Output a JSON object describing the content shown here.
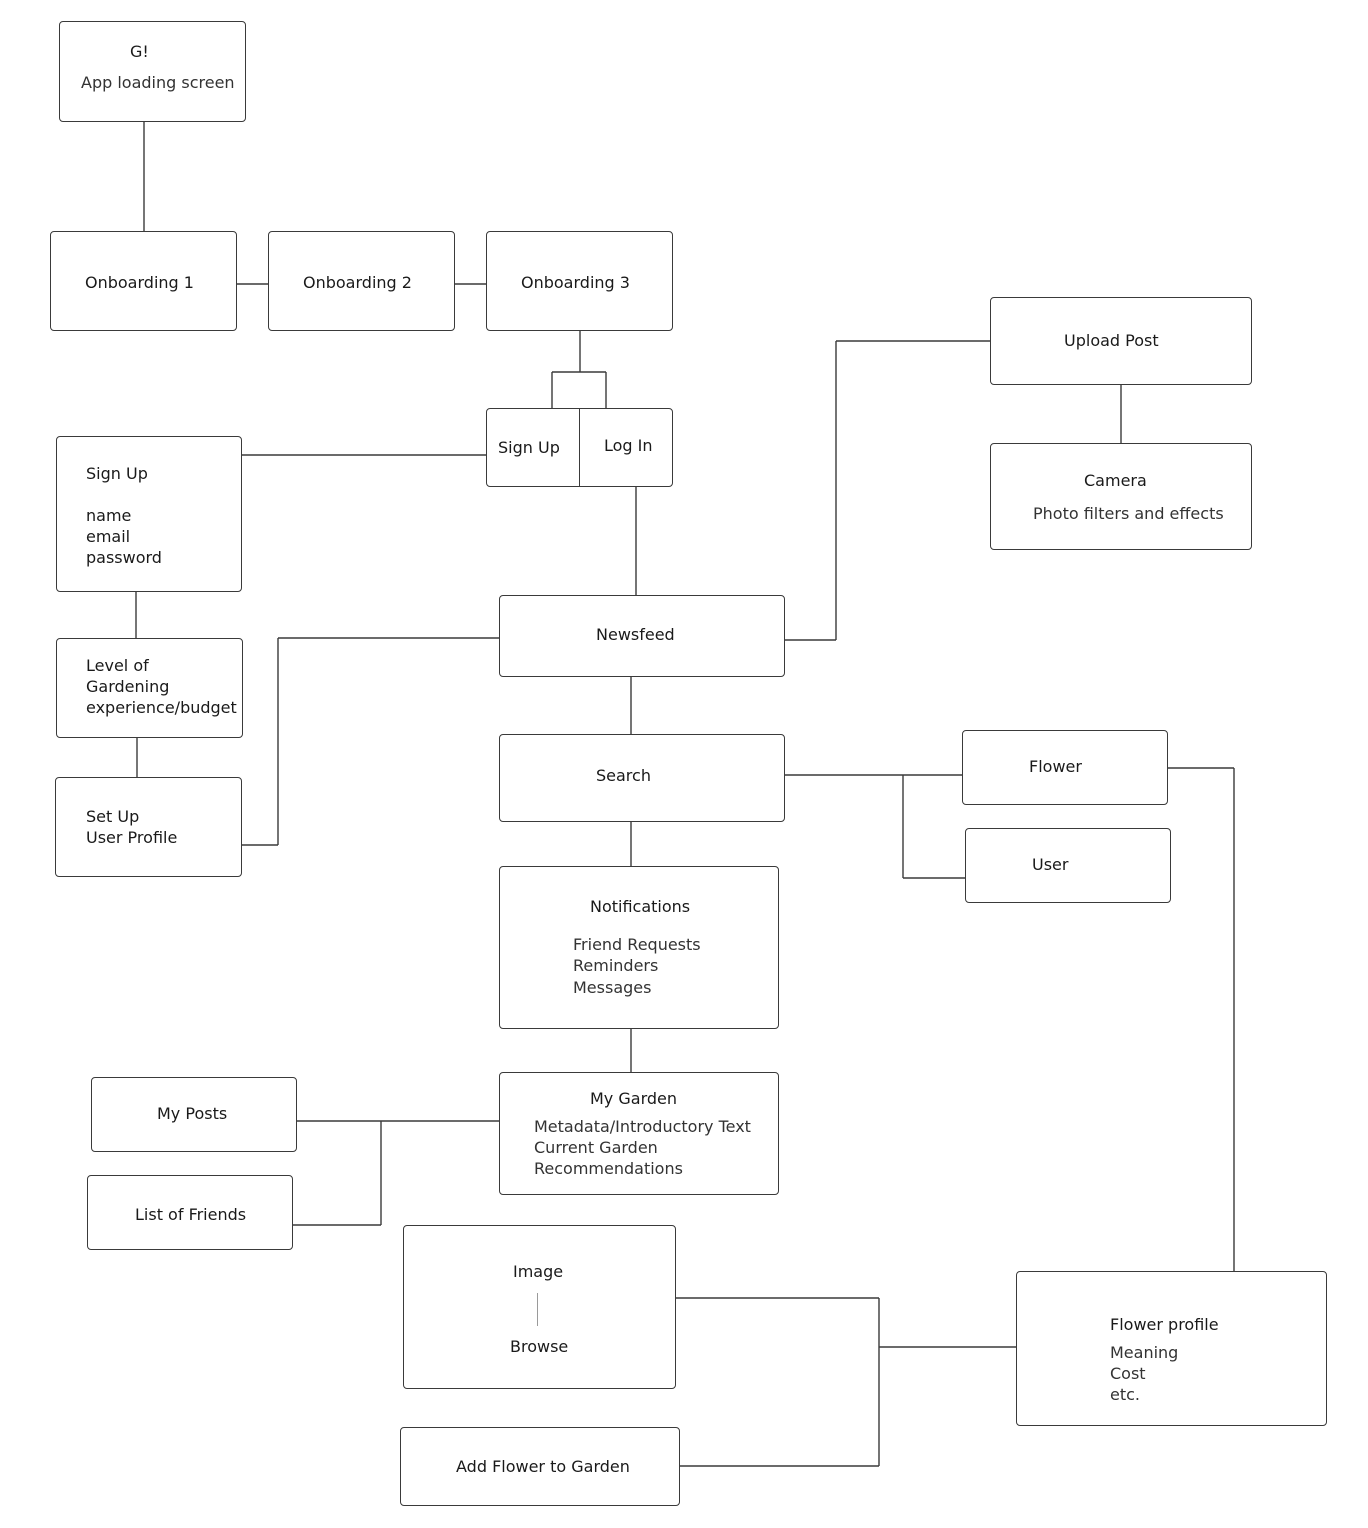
{
  "nodes": {
    "loading": {
      "title": "G!",
      "subtitle": "App loading screen"
    },
    "onboarding1": {
      "title": "Onboarding 1"
    },
    "onboarding2": {
      "title": "Onboarding 2"
    },
    "onboarding3": {
      "title": "Onboarding 3"
    },
    "signup_btn": {
      "title": "Sign Up"
    },
    "login_btn": {
      "title": "Log In"
    },
    "signup_form": {
      "title": "Sign Up",
      "fields": [
        "name",
        "email",
        "password"
      ]
    },
    "level": {
      "lines": [
        "Level of",
        "Gardening",
        "experience/budget"
      ]
    },
    "setup_profile": {
      "lines": [
        "Set Up",
        "User Profile"
      ]
    },
    "newsfeed": {
      "title": "Newsfeed"
    },
    "upload_post": {
      "title": "Upload Post"
    },
    "camera": {
      "title": "Camera",
      "subtitle": "Photo filters and effects"
    },
    "search": {
      "title": "Search"
    },
    "flower": {
      "title": "Flower"
    },
    "user": {
      "title": "User"
    },
    "notifications": {
      "title": "Notifications",
      "items": [
        "Friend Requests",
        "Reminders",
        "Messages"
      ]
    },
    "my_garden": {
      "title": "My Garden",
      "items": [
        "Metadata/Introductory Text",
        "Current Garden",
        "Recommendations"
      ]
    },
    "my_posts": {
      "title": "My Posts"
    },
    "friends": {
      "title": "List of Friends"
    },
    "image_browse": {
      "top": "Image",
      "bottom": "Browse"
    },
    "flower_profile": {
      "title": "Flower profile",
      "items": [
        "Meaning",
        "Cost",
        "etc."
      ]
    },
    "add_flower": {
      "title": "Add Flower to Garden"
    }
  }
}
